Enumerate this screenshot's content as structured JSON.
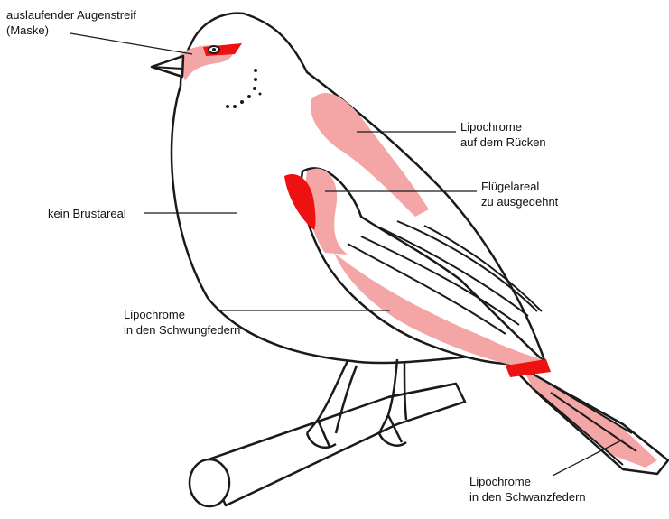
{
  "labels": {
    "mask_line1": "auslaufender Augenstreif",
    "mask_line2": "(Maske)",
    "back_line1": "Lipochrome",
    "back_line2": "auf dem Rücken",
    "wing_line1": "Flügelareal",
    "wing_line2": "zu ausgedehnt",
    "breast": "kein Brustareal",
    "flight_line1": "Lipochrome",
    "flight_line2": "in den Schwungfedern",
    "tail_line1": "Lipochrome",
    "tail_line2": "in den Schwanzfedern"
  },
  "colors": {
    "outline": "#1a1a1a",
    "light_red": "#f4a6a6",
    "strong_red": "#ee1111",
    "background": "#ffffff"
  }
}
